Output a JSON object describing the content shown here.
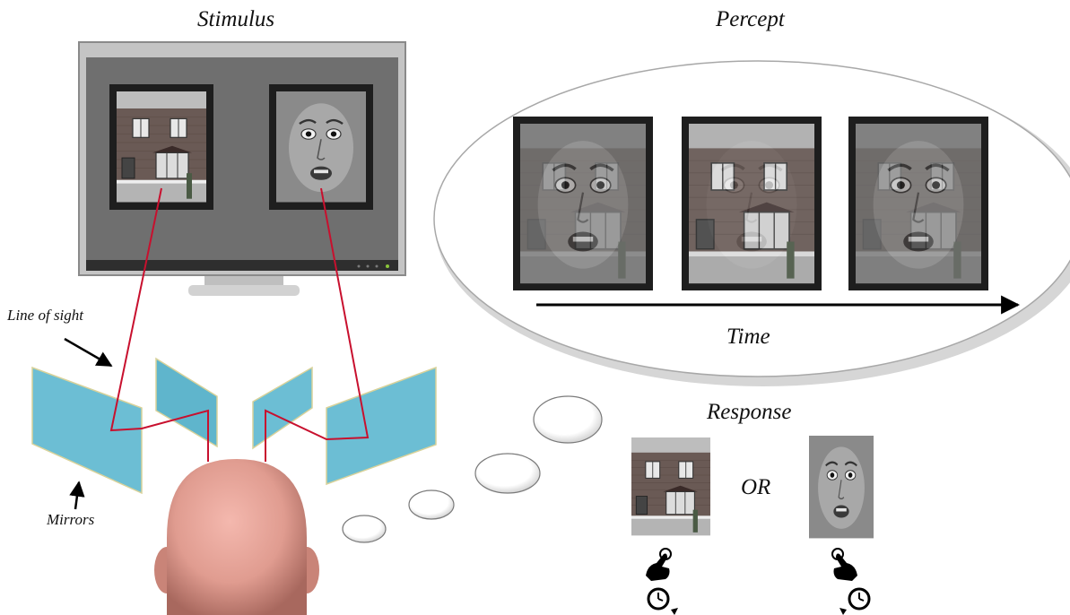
{
  "labels": {
    "stimulus": "Stimulus",
    "percept": "Percept",
    "time": "Time",
    "response": "Response",
    "or": "OR",
    "line_of_sight": "Line of sight",
    "mirrors": "Mirrors"
  },
  "images": {
    "house": "house-photo",
    "face": "fearful-face-photo",
    "mixed": "house-face-mixture"
  },
  "colors": {
    "sight_line": "#c8102e",
    "mirror": "#5fb5cc",
    "monitor_screen": "#6f6f6f",
    "head": "#e8a49a"
  }
}
